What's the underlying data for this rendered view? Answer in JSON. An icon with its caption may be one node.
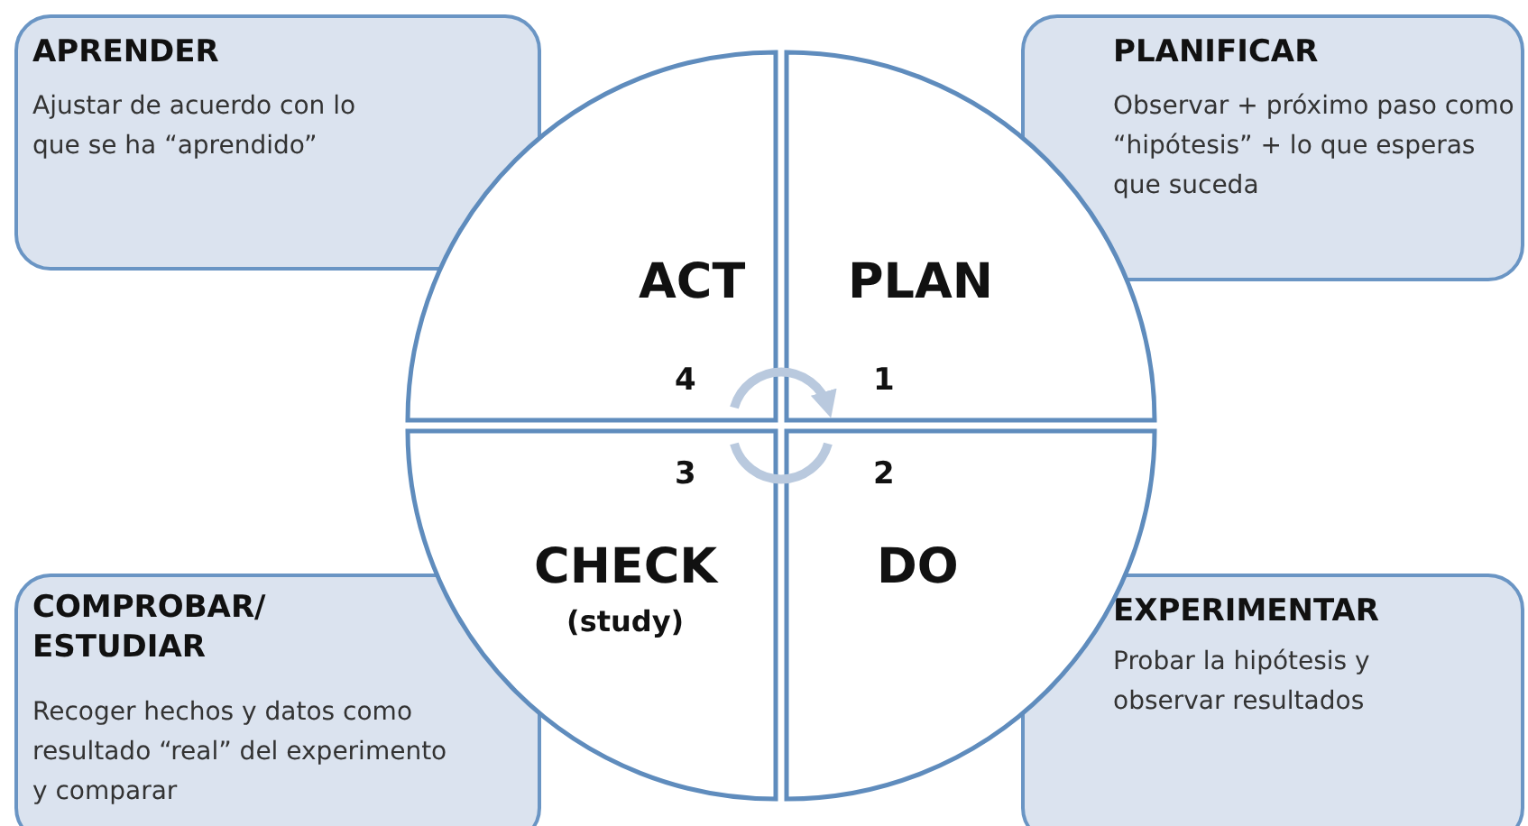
{
  "diagram": {
    "nodes": [
      {
        "text": [
          "APRENDER",
          "Ajustar de acuerdo con lo que se ha “aprendido”"
        ]
      },
      {
        "text": [
          "PLANIFICAR",
          "Observar + próximo paso como “hipótesis” + lo que esperas que suceda"
        ]
      },
      {
        "text": [
          "ACT",
          "4"
        ]
      },
      {
        "text": [
          "PLAN",
          "1"
        ]
      },
      {
        "text": [
          "3",
          "CHECK",
          "(study)"
        ]
      },
      {
        "text": [
          "2",
          "DO"
        ]
      },
      {
        "text": [
          "COMPROBAR/ ESTUDIAR",
          "Recoger hechos y datos como resultado “real” del experimento y comparar"
        ]
      },
      {
        "text": [
          "EXPERIMENTAR",
          "Probar la hipótesis y observar resultados"
        ]
      }
    ],
    "edges": [
      {
        "from": 2,
        "to": 3,
        "arrow": "to"
      },
      {
        "from": 5,
        "to": 4,
        "arrow": "none"
      }
    ]
  }
}
